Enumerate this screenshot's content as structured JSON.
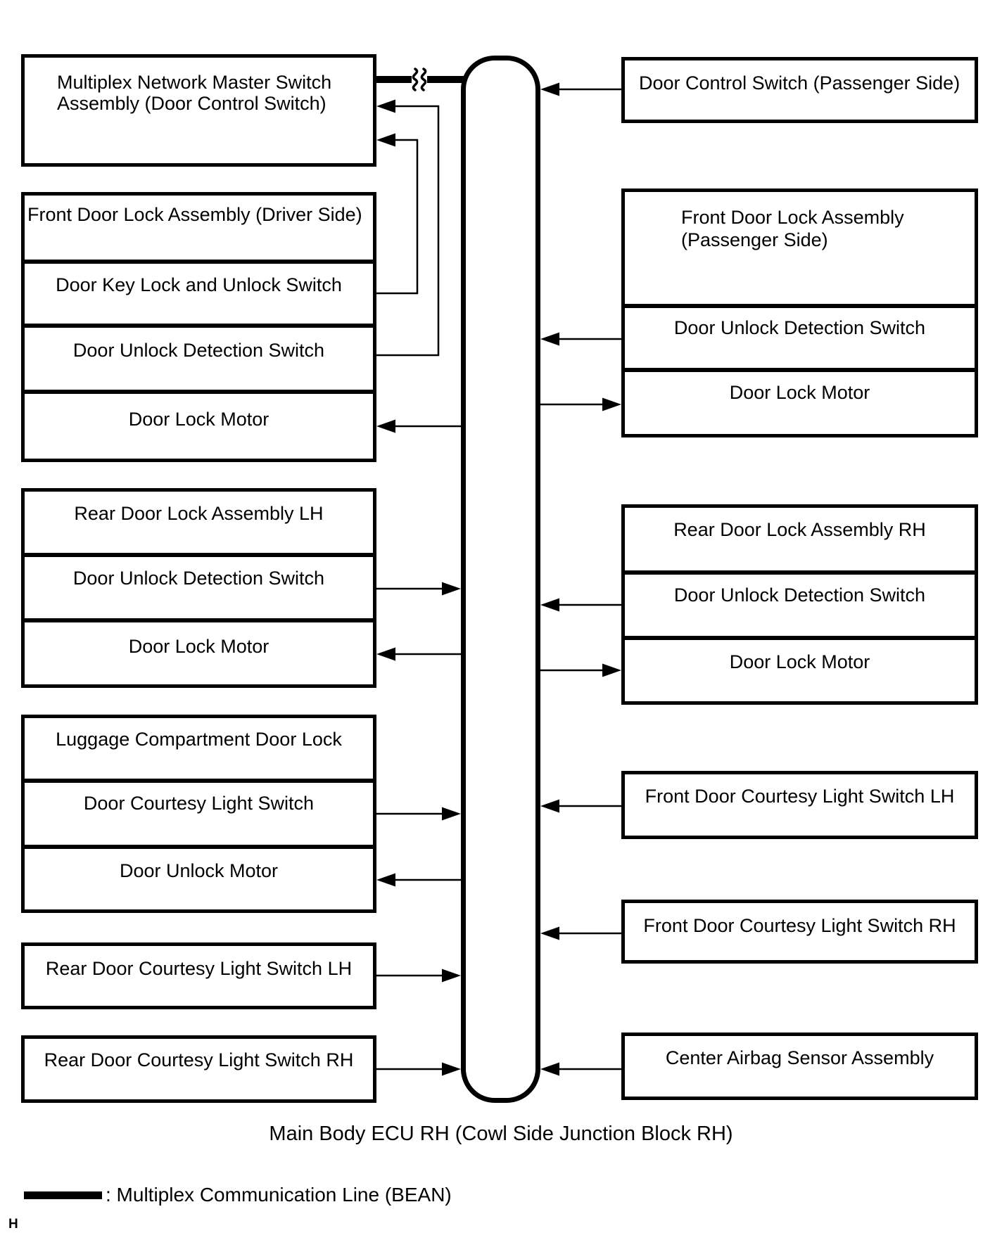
{
  "left_column": {
    "multiplex_master_switch": {
      "line1": "Multiplex Network Master Switch",
      "line2": "Assembly (Door Control Switch)"
    },
    "front_door_lock_driver": {
      "header": "Front Door Lock Assembly (Driver Side)",
      "row1": "Door Key Lock and Unlock Switch",
      "row2": "Door Unlock Detection Switch",
      "row3": "Door Lock Motor"
    },
    "rear_door_lock_lh": {
      "header": "Rear Door Lock Assembly LH",
      "row1": "Door Unlock Detection Switch",
      "row2": "Door Lock Motor"
    },
    "luggage_compartment_door_lock": {
      "header": "Luggage Compartment Door Lock",
      "row1": "Door Courtesy Light Switch",
      "row2": "Door Unlock Motor"
    },
    "rear_door_courtesy_lh": {
      "label": "Rear Door Courtesy Light Switch LH"
    },
    "rear_door_courtesy_rh": {
      "label": "Rear Door Courtesy Light Switch RH"
    }
  },
  "right_column": {
    "door_control_switch_passenger": {
      "label": "Door Control Switch (Passenger Side)"
    },
    "front_door_lock_passenger": {
      "line1": "Front Door Lock Assembly",
      "line2": "(Passenger Side)",
      "row1": "Door Unlock Detection Switch",
      "row2": "Door Lock Motor"
    },
    "rear_door_lock_rh": {
      "header": "Rear Door Lock Assembly RH",
      "row1": "Door Unlock Detection Switch",
      "row2": "Door Lock Motor"
    },
    "front_door_courtesy_lh": {
      "label": "Front Door Courtesy Light Switch LH"
    },
    "front_door_courtesy_rh": {
      "label": "Front Door Courtesy Light Switch RH"
    },
    "center_airbag_sensor": {
      "label": "Center Airbag Sensor Assembly"
    }
  },
  "ecu": {
    "caption": "Main Body ECU RH (Cowl Side Junction Block RH)"
  },
  "legend": {
    "label": ": Multiplex Communication Line (BEAN)"
  },
  "page": {
    "marker": "H"
  },
  "colors": {
    "line": "#000000",
    "background": "#ffffff"
  }
}
